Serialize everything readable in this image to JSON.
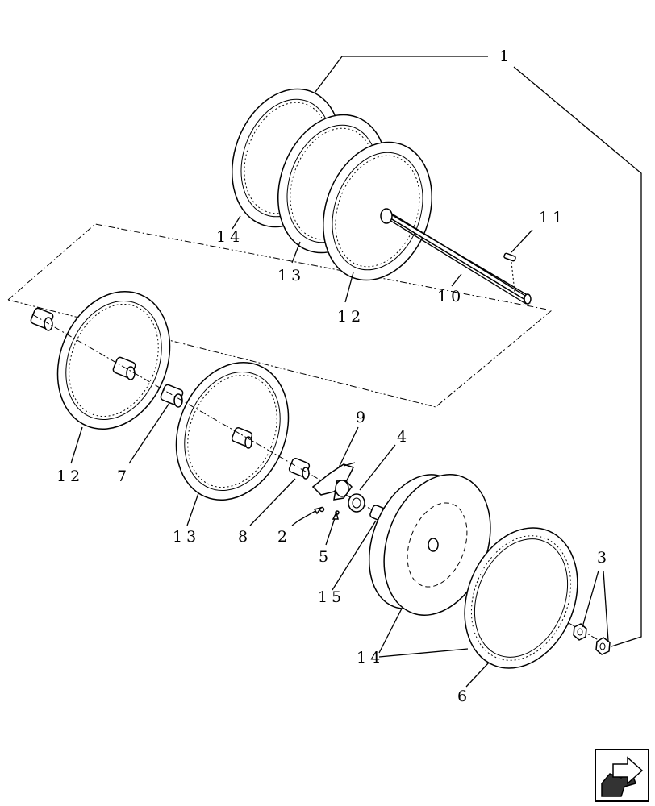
{
  "callouts": {
    "c1": "1",
    "c2": "2",
    "c3": "3",
    "c4": "4",
    "c5": "5",
    "c6": "6",
    "c7": "7",
    "c8": "8",
    "c9": "9",
    "c10": "10",
    "c11": "11",
    "c12_top": "12",
    "c13_top": "13",
    "c14_top": "14",
    "c12_left": "12",
    "c13_mid": "13",
    "c14_bottom": "14",
    "c15": "15"
  },
  "nav_icon": "next-page-arrow-icon"
}
